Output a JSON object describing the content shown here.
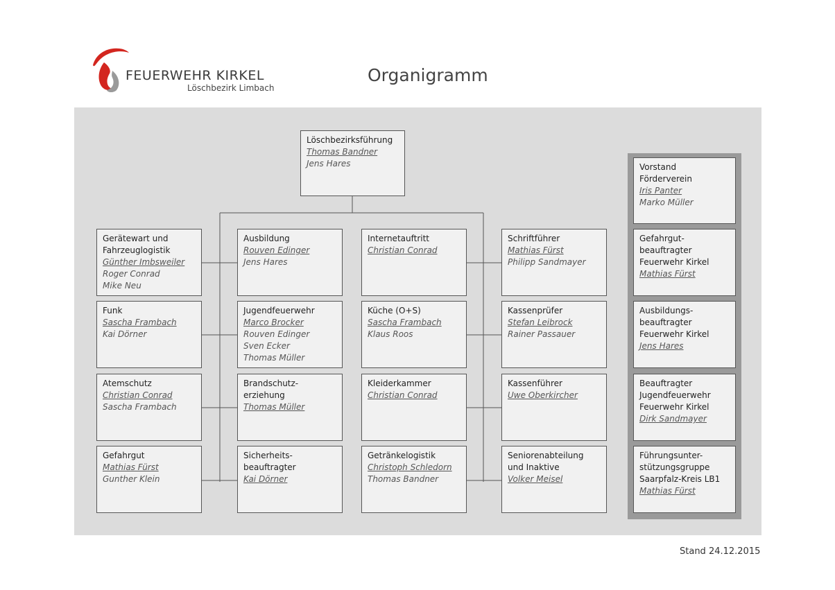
{
  "header": {
    "logo_name": "FEUERWEHR KIRKEL",
    "logo_sub": "Löschbezirk Limbach",
    "title": "Organigramm"
  },
  "colors": {
    "flame_red": "#d3261f",
    "flame_grey": "#9a9a9a",
    "panel": "#dcdcdc",
    "box": "#f1f1f1"
  },
  "top": {
    "title": [
      "Löschbezirksführung"
    ],
    "names": [
      "Thomas Bandner",
      "Jens Hares"
    ]
  },
  "boxes": [
    {
      "title": [
        "Gerätewart und",
        "Fahrzeuglogistik"
      ],
      "names": [
        "Günther Imbsweiler",
        "Roger Conrad",
        "Mike Neu"
      ]
    },
    {
      "title": [
        "Ausbildung"
      ],
      "names": [
        "Rouven Edinger",
        "Jens Hares"
      ]
    },
    {
      "title": [
        "Internetauftritt"
      ],
      "names": [
        "Christian Conrad"
      ]
    },
    {
      "title": [
        "Schriftführer"
      ],
      "names": [
        "Mathias Fürst",
        "Philipp Sandmayer"
      ]
    },
    {
      "title": [
        "Funk"
      ],
      "names": [
        "Sascha Frambach",
        "Kai Dörner"
      ]
    },
    {
      "title": [
        "Jugendfeuerwehr"
      ],
      "names": [
        "Marco Brocker",
        "Rouven Edinger",
        "Sven Ecker",
        "Thomas Müller"
      ]
    },
    {
      "title": [
        "Küche (O+S)"
      ],
      "names": [
        "Sascha Frambach",
        "Klaus Roos"
      ]
    },
    {
      "title": [
        "Kassenprüfer"
      ],
      "names": [
        "Stefan Leibrock",
        "Rainer Passauer"
      ]
    },
    {
      "title": [
        "Atemschutz"
      ],
      "names": [
        "Christian Conrad",
        "Sascha Frambach"
      ]
    },
    {
      "title": [
        "Brandschutz-",
        "erziehung"
      ],
      "names": [
        "Thomas Müller"
      ]
    },
    {
      "title": [
        "Kleiderkammer"
      ],
      "names": [
        "Christian Conrad"
      ]
    },
    {
      "title": [
        "Kassenführer"
      ],
      "names": [
        "Uwe Oberkircher"
      ]
    },
    {
      "title": [
        "Gefahrgut"
      ],
      "names": [
        "Mathias Fürst",
        "Gunther Klein"
      ]
    },
    {
      "title": [
        "Sicherheits-",
        "beauftragter"
      ],
      "names": [
        "Kai Dörner"
      ]
    },
    {
      "title": [
        "Getränkelogistik"
      ],
      "names": [
        "Christoph Schledorn",
        "Thomas Bandner"
      ]
    },
    {
      "title": [
        "Seniorenabteilung",
        "und Inaktive"
      ],
      "names": [
        "Volker Meisel"
      ]
    }
  ],
  "side": [
    {
      "title": [
        "Vorstand",
        "Förderverein"
      ],
      "names": [
        "Iris Panter",
        "Marko Müller"
      ]
    },
    {
      "title": [
        "Gefahrgut-",
        "beauftragter",
        "Feuerwehr Kirkel"
      ],
      "names": [
        "Mathias Fürst"
      ]
    },
    {
      "title": [
        "Ausbildungs-",
        "beauftragter",
        "Feuerwehr Kirkel"
      ],
      "names": [
        "Jens Hares"
      ]
    },
    {
      "title": [
        "Beauftragter",
        "Jugendfeuerwehr",
        "Feuerwehr Kirkel"
      ],
      "names": [
        "Dirk Sandmayer"
      ]
    },
    {
      "title": [
        "Führungsunter-",
        "stützungsgruppe",
        "Saarpfalz-Kreis LB1"
      ],
      "names": [
        "Mathias Fürst"
      ]
    }
  ],
  "footer": {
    "stand": "Stand 24.12.2015"
  }
}
